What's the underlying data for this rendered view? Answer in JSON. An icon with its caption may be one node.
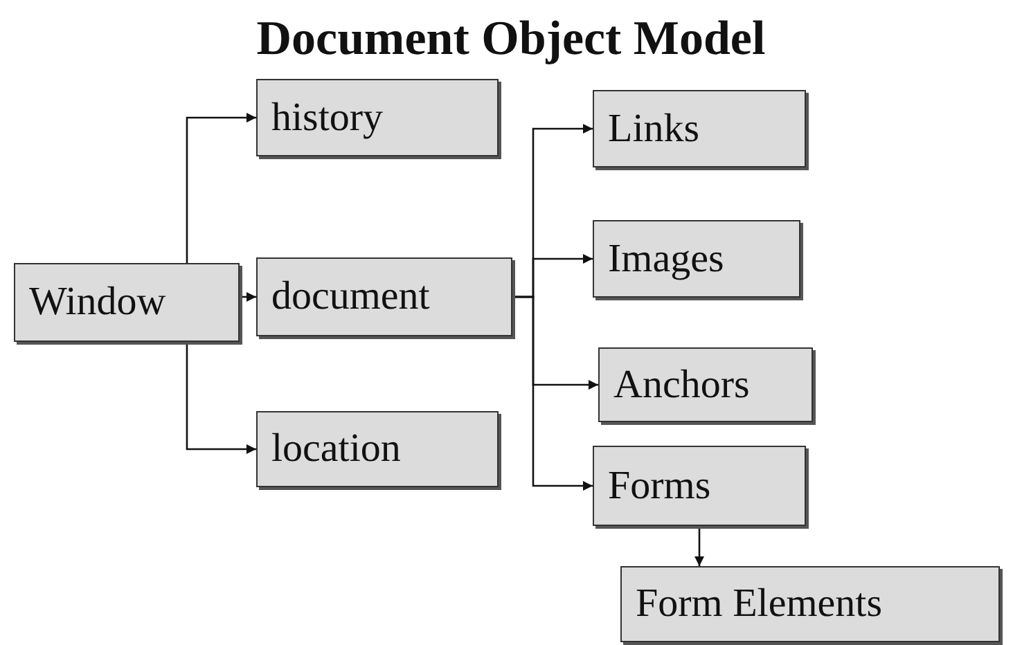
{
  "diagram": {
    "title": "Document Object Model",
    "nodes": [
      {
        "text": [
          "Window"
        ]
      },
      {
        "text": [
          "history"
        ]
      },
      {
        "text": [
          "document"
        ]
      },
      {
        "text": [
          "location"
        ]
      },
      {
        "text": [
          "Links"
        ]
      },
      {
        "text": [
          "Images"
        ]
      },
      {
        "text": [
          "Anchors"
        ]
      },
      {
        "text": [
          "Forms"
        ]
      },
      {
        "text": [
          "Form Elements"
        ]
      }
    ],
    "edges": [
      {
        "from": 0,
        "to": 1,
        "arrow": "to"
      },
      {
        "from": 0,
        "to": 2,
        "arrow": "to"
      },
      {
        "from": 0,
        "to": 3,
        "arrow": "to"
      },
      {
        "from": 2,
        "to": 4,
        "arrow": "to"
      },
      {
        "from": 2,
        "to": 5,
        "arrow": "to"
      },
      {
        "from": 2,
        "to": 6,
        "arrow": "to"
      },
      {
        "from": 2,
        "to": 7,
        "arrow": "to"
      },
      {
        "from": 7,
        "to": 8,
        "arrow": "to"
      }
    ]
  }
}
